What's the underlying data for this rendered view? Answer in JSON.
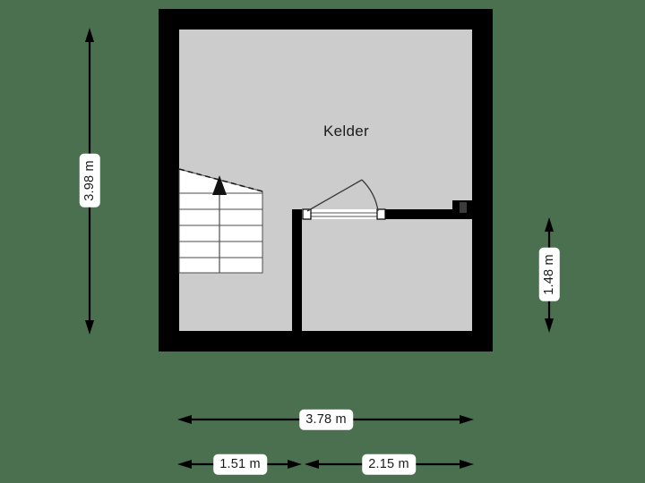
{
  "plan": {
    "title": "Kelder floor plan",
    "background_color": "#4a7050",
    "floor_fill": "#cccccc",
    "wall_color": "#000000",
    "stair_fill": "#ffffff",
    "rooms": [
      {
        "name": "Kelder",
        "label": "Kelder"
      }
    ],
    "features": {
      "staircase": {
        "name": "staircase",
        "direction_label": "up"
      },
      "door": {
        "name": "swing-door",
        "swing": "left-hinged"
      },
      "wall_recess": {
        "name": "wall-recess-marker",
        "color": "#3b3b3b"
      }
    }
  },
  "dimensions": {
    "left_vertical": {
      "value": "3.98 m",
      "orientation": "vertical"
    },
    "right_vertical": {
      "value": "1.48 m",
      "orientation": "vertical"
    },
    "bottom_total": {
      "value": "3.78 m",
      "orientation": "horizontal"
    },
    "bottom_left_segment": {
      "value": "1.51 m",
      "orientation": "horizontal"
    },
    "bottom_right_segment": {
      "value": "2.15 m",
      "orientation": "horizontal"
    }
  }
}
